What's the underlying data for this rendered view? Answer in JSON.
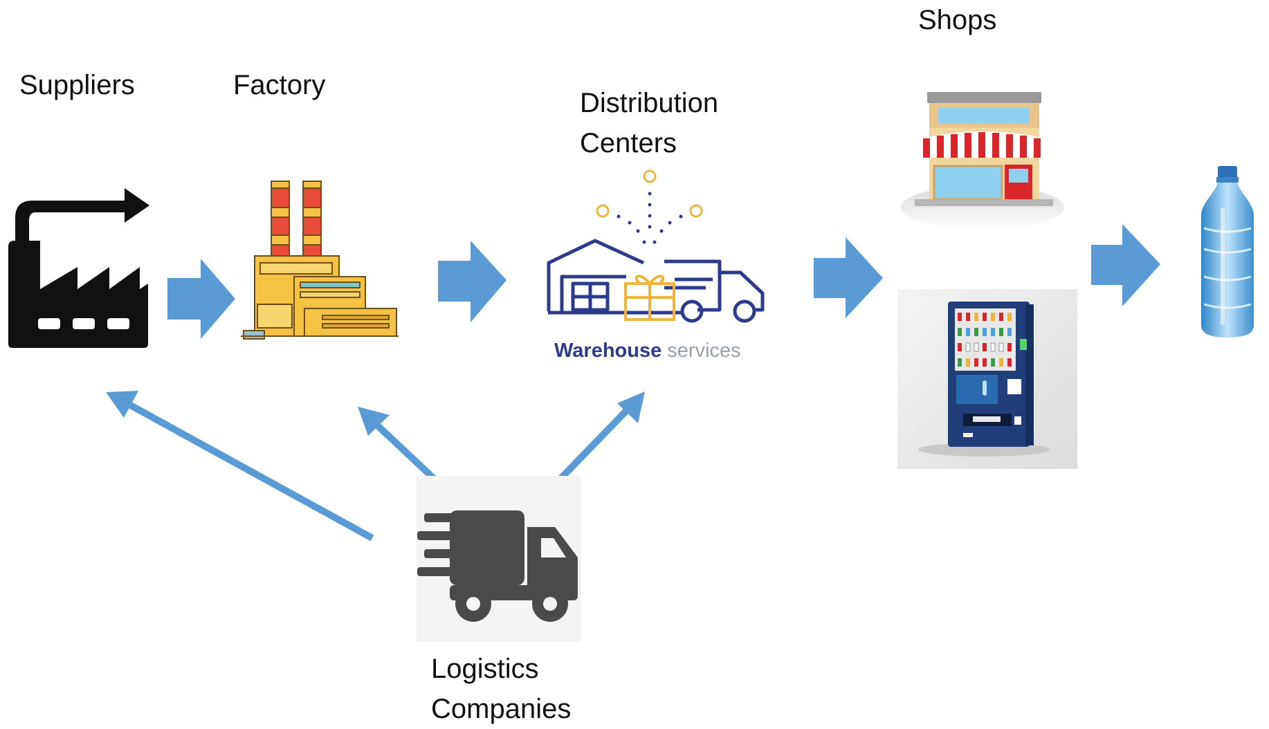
{
  "labels": {
    "suppliers": "Suppliers",
    "factory": "Factory",
    "distribution_line1": "Distribution",
    "distribution_line2": "Centers",
    "shops": "Shops",
    "logistics_line1": "Logistics",
    "logistics_line2": "Companies"
  },
  "warehouse_logo": {
    "word1": "Warehouse",
    "word2": " services"
  },
  "colors": {
    "arrow_blue": "#5b9bd5",
    "warehouse_navy": "#2e3a8c",
    "warehouse_gold": "#f0b43c",
    "factory_yellow": "#f5c243",
    "stack_red": "#e84a3a",
    "truck_gray": "#4a4a4a",
    "vending_blue": "#1f3e7a",
    "bottle_blue": "#4aa3dd"
  },
  "icons": [
    "supplier-factory-icon",
    "factory-icon",
    "warehouse-services-icon",
    "shop-icon",
    "vending-machine-icon",
    "water-bottle-icon",
    "delivery-truck-icon"
  ]
}
